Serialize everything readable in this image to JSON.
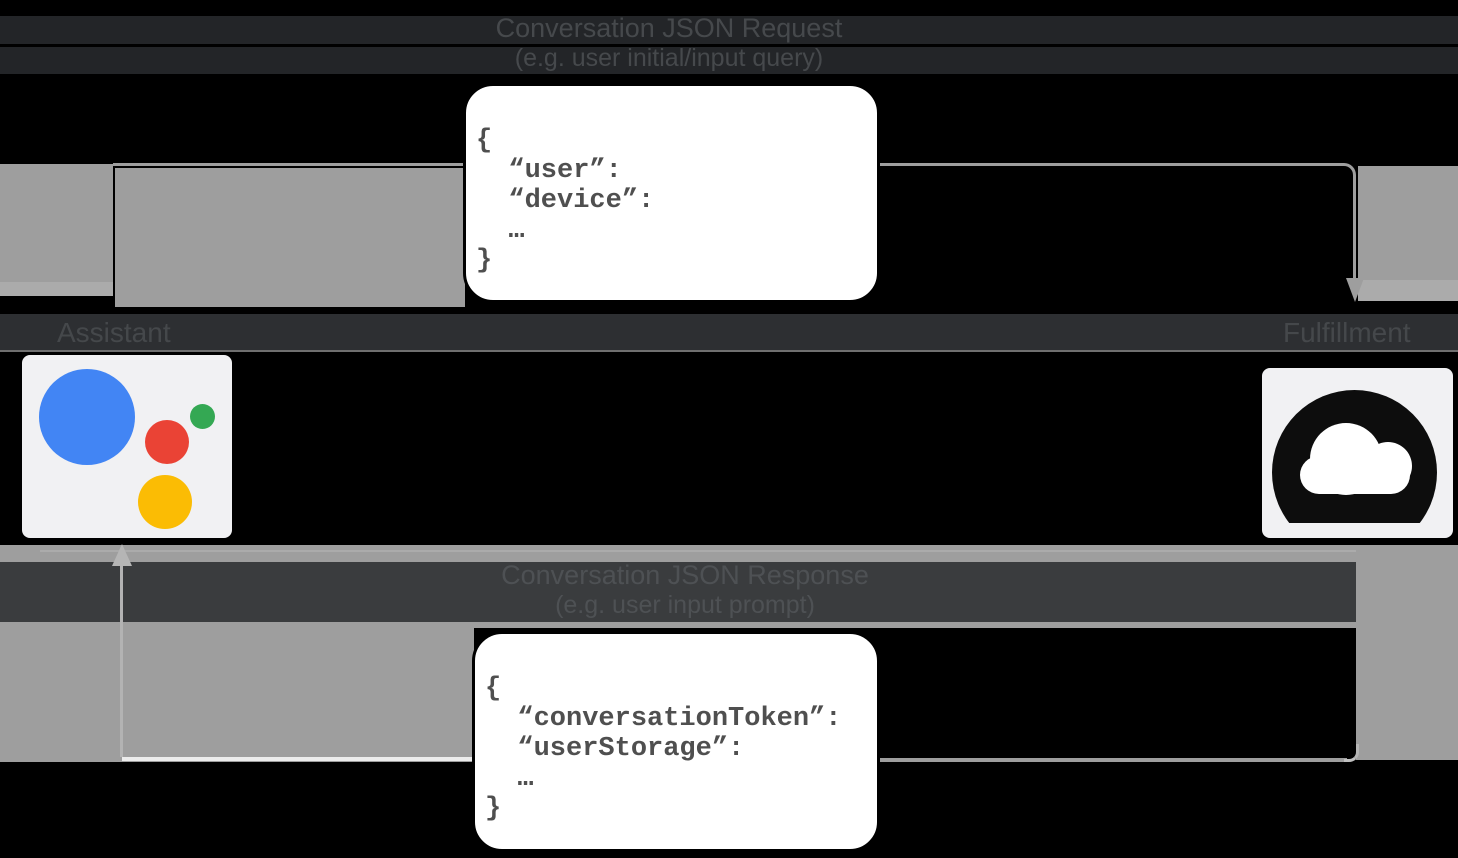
{
  "request": {
    "title": "Conversation JSON Request",
    "subtitle": "(e.g. user initial/input query)",
    "code": "{\n  “user”:\n  “device”:\n  …\n}"
  },
  "response": {
    "title": "Conversation JSON Response",
    "subtitle": "(e.g. user input prompt)",
    "code": "{\n  “conversationToken”:\n  “userStorage”:\n  …\n}"
  },
  "actors": {
    "assistant_label": "Assistant",
    "fulfillment_label": "Fulfillment"
  },
  "icons": {
    "assistant": "google-assistant-logo",
    "fulfillment": "cloud-icon"
  },
  "colors": {
    "background": "#000000",
    "arrow_gray": "#9e9e9e",
    "box_background": "#ffffff",
    "code_text": "#4f4f4f",
    "title_text": "#46494c",
    "card_background": "#f1f1f3",
    "cloud_black": "#0d0d0d",
    "assistant_blue": "#4285f4",
    "assistant_red": "#ea4335",
    "assistant_green": "#34a853",
    "assistant_yellow": "#fbbc04"
  }
}
